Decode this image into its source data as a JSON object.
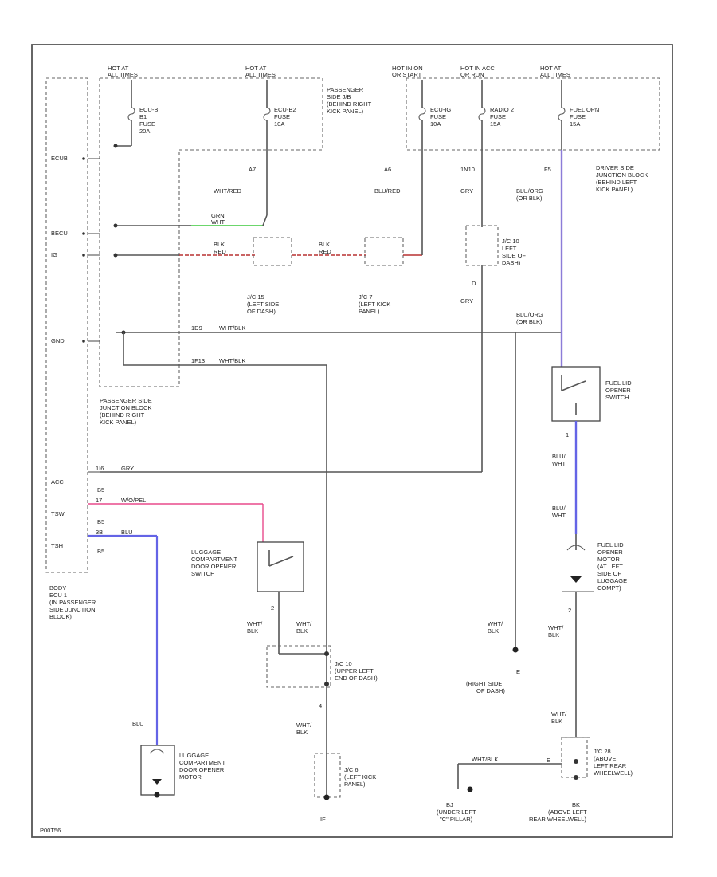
{
  "colors": {
    "wire": "#555555",
    "green": "#3cc83c",
    "red": "#b83030",
    "pink": "#e84a8c",
    "blue": "#6464e6",
    "purple": "#8c7cd8"
  },
  "diagram_id": "P00T56",
  "power_labels": {
    "hot1_a": "HOT AT",
    "hot1_b": "ALL TIMES",
    "hot2_a": "HOT AT",
    "hot2_b": "ALL TIMES",
    "hot3_a": "HOT IN ON",
    "hot3_b": "OR START",
    "hot4_a": "HOT IN ACC",
    "hot4_b": "OR RUN",
    "hot5_a": "HOT AT",
    "hot5_b": "ALL TIMES"
  },
  "fuses": {
    "f1_a": "ECU-B",
    "f1_b": "B1",
    "f1_c": "FUSE",
    "f1_d": "20A",
    "f2_a": "ECU-B2",
    "f2_b": "FUSE",
    "f2_c": "10A",
    "f3_a": "ECU-IG",
    "f3_b": "FUSE",
    "f3_c": "10A",
    "f4_a": "RADIO 2",
    "f4_b": "FUSE",
    "f4_c": "15A",
    "f5_a": "FUEL OPN",
    "f5_b": "FUSE",
    "f5_c": "15A"
  },
  "junction_blocks": {
    "pass_top_1": "PASSENGER",
    "pass_top_2": "SIDE J/B",
    "pass_top_3": "(BEHIND RIGHT",
    "pass_top_4": "KICK PANEL)",
    "driver_1": "DRIVER SIDE",
    "driver_2": "JUNCTION BLOCK",
    "driver_3": "(BEHIND LEFT",
    "driver_4": "KICK PANEL)",
    "pass_mid_1": "PASSENGER SIDE",
    "pass_mid_2": "JUNCTION BLOCK",
    "pass_mid_3": "(BEHIND RIGHT",
    "pass_mid_4": "KICK PANEL)"
  },
  "ecu": {
    "pin_ecub": "ECUB",
    "pin_becu": "BECU",
    "pin_ig": "IG",
    "pin_gnd": "GND",
    "pin_acc": "ACC",
    "pin_tsw": "TSW",
    "pin_tsh": "TSH",
    "n1": "B5",
    "n2": "B5",
    "n3": "B5",
    "name_1": "BODY",
    "name_2": "ECU 1",
    "name_3": "(IN PASSENGER",
    "name_4": "SIDE JUNCTION",
    "name_5": "BLOCK)"
  },
  "wires": {
    "w_a7": "A7",
    "w_wht_red": "WHT/RED",
    "w_a6": "A6",
    "w_blu_red": "BLU/RED",
    "w_1n10": "1N10",
    "w_gry": "GRY",
    "w_f5": "F5",
    "w_blu_org_1": "BLU/ORG",
    "w_blu_org_2": "(OR BLK)",
    "w_grn": "GRN",
    "w_wht": "WHT",
    "w_blk1": "BLK",
    "w_red1": "RED",
    "w_blk2": "BLK",
    "w_red2": "RED",
    "w_d": "D",
    "w_gry2": "GRY",
    "w_gnd1": "1D9",
    "w_gnd1_c": "WHT/BLK",
    "w_blu_org_3": "BLU/ORG",
    "w_blu_org_4": "(OR BLK)",
    "w_gnd2": "1F13",
    "w_gnd2_c": "WHT/BLK",
    "w_acc_n": "1I6",
    "w_acc_c": "GRY",
    "w_tsw_n": "17",
    "w_tsw_c": "W/O/PEL",
    "w_tsh_n": "3B",
    "w_tsh_c": "BLU",
    "w_1": "1",
    "w_blu_wht_1a": "BLU/",
    "w_blu_wht_1b": "WHT",
    "w_blu_wht_2a": "BLU/",
    "w_blu_wht_2b": "WHT",
    "w_2a": "2",
    "w_whtblk_1a": "WHT/",
    "w_whtblk_1b": "BLK",
    "w_whtblk_2a": "WHT/",
    "w_whtblk_2b": "BLK",
    "w_whtblk_3a": "WHT/",
    "w_whtblk_3b": "BLK",
    "w_2b": "2",
    "w_whtblk_4a": "WHT/",
    "w_whtblk_4b": "BLK",
    "w_4": "4",
    "w_whtblk_5a": "WHT/",
    "w_whtblk_5b": "BLK",
    "w_blu": "BLU",
    "w_whtblk_6a": "WHT/",
    "w_whtblk_6b": "BLK",
    "w_whtblk_h": "WHT/BLK",
    "w_jc_e": "E"
  },
  "junctions": {
    "jc15a_1": "J/C 15",
    "jc15a_2": "(LEFT SIDE",
    "jc15a_3": "OF DASH)",
    "jc7_1": "J/C 7",
    "jc7_2": "(LEFT KICK",
    "jc7_3": "PANEL)",
    "jc10_1": "J/C 10",
    "jc10_2": "LEFT",
    "jc10_3": "SIDE OF",
    "jc10_4": "DASH)",
    "jc10b_1": "J/C 10",
    "jc10b_2": "(UPPER LEFT",
    "jc10b_3": "END OF DASH)",
    "jc6_1": "J/C 6",
    "jc6_2": "(LEFT KICK",
    "jc6_3": "PANEL)",
    "jc28_1": "J/C 28",
    "jc28_2": "(ABOVE",
    "jc28_3": "LEFT REAR",
    "jc28_4": "WHEELWELL)"
  },
  "components": {
    "fuel_sw_1": "FUEL LID",
    "fuel_sw_2": "OPENER",
    "fuel_sw_3": "SWITCH",
    "lug_sw_1": "LUGGAGE",
    "lug_sw_2": "COMPARTMENT",
    "lug_sw_3": "DOOR OPENER",
    "lug_sw_4": "SWITCH",
    "fuel_mtr_1": "FUEL LID",
    "fuel_mtr_2": "OPENER",
    "fuel_mtr_3": "MOTOR",
    "fuel_mtr_4": "(AT LEFT",
    "fuel_mtr_5": "SIDE OF",
    "fuel_mtr_6": "LUGGAGE",
    "fuel_mtr_7": "COMPT)",
    "lug_mtr_1": "LUGGAGE",
    "lug_mtr_2": "COMPARTMENT",
    "lug_mtr_3": "DOOR OPENER",
    "lug_mtr_4": "MOTOR"
  },
  "grounds": {
    "g_right_1": "E",
    "g_right_2": "(RIGHT SIDE",
    "g_right_3": "OF DASH)",
    "g_if": "IF",
    "g_bj_1": "BJ",
    "g_bj_2": "(UNDER LEFT",
    "g_bj_3": "\"C\" PILLAR)",
    "g_bk_1": "BK",
    "g_bk_2": "(ABOVE LEFT",
    "g_bk_3": "REAR WHEELWELL)"
  }
}
